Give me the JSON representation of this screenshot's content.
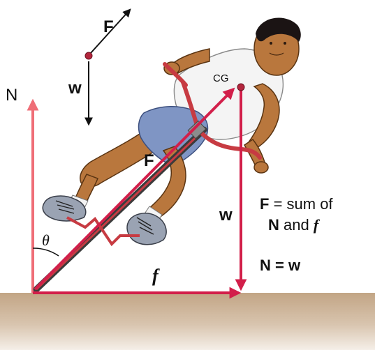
{
  "labels": {
    "force_small": "F",
    "weight_small": "w",
    "normal": "N",
    "cg": "CG",
    "force_main": "F",
    "weight_main": "w",
    "angle": "θ",
    "friction": "f"
  },
  "legend": {
    "line1_bold": "F",
    "line1_rest": " = sum of",
    "line2_bold1": "N",
    "line2_mid": " and ",
    "line2_italic": "f",
    "line3": "N = w"
  },
  "colors": {
    "force_red": "#d21f4a",
    "normal_pink": "#ef6e77",
    "ground": "#bfa182",
    "skin": "#b9773d",
    "shorts": "#7f95c4",
    "frame_red": "#c73b42"
  }
}
